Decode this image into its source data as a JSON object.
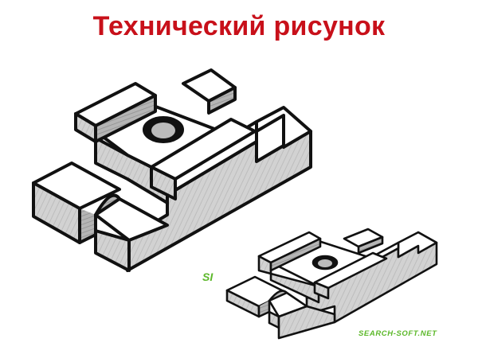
{
  "title": "Технический рисунок",
  "colors": {
    "title": "#c8101a",
    "watermark": "#5cb82a",
    "ink": "#111111",
    "shade": "#cfcfcf",
    "shade_dark": "#a9a9a9",
    "face_light": "#ffffff"
  },
  "watermarks": {
    "logo": "SI",
    "site": "SEARCH-SOFT.NET"
  },
  "figures": [
    {
      "name": "large-technical-drawing",
      "label": "Isometric technical drawing of a machined block (large)"
    },
    {
      "name": "small-technical-drawing",
      "label": "Isometric technical drawing of a machined block (small)"
    }
  ]
}
